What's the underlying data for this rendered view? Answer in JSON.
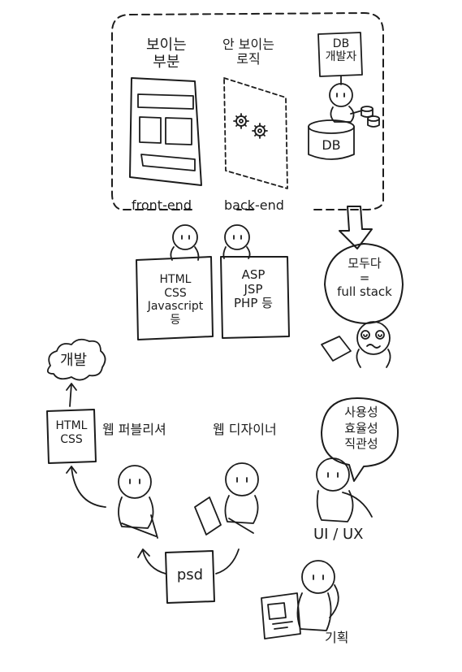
{
  "top_panel": {
    "visible_part": [
      "보이는",
      "부분"
    ],
    "invisible_logic": [
      "안 보이는",
      "로직"
    ],
    "db_developer": [
      "DB",
      "개발자"
    ],
    "db_label": "DB",
    "frontend_label": "front-end",
    "backend_label": "back-end"
  },
  "stacks": {
    "frontend": [
      "HTML",
      "CSS",
      "Javascript",
      "등"
    ],
    "backend": [
      "ASP",
      "JSP",
      "PHP 등"
    ]
  },
  "fullstack_bubble": [
    "모두다",
    "=",
    "full stack"
  ],
  "dev_cloud": "개발",
  "html_css_box": [
    "HTML",
    "CSS"
  ],
  "roles": {
    "publisher": "웹 퍼블리셔",
    "designer": "웹 디자이너",
    "ux_label": "UI / UX",
    "planning": "기획"
  },
  "psd_box": "psd",
  "ux_bubble": [
    "사용성",
    "효율성",
    "직관성"
  ]
}
